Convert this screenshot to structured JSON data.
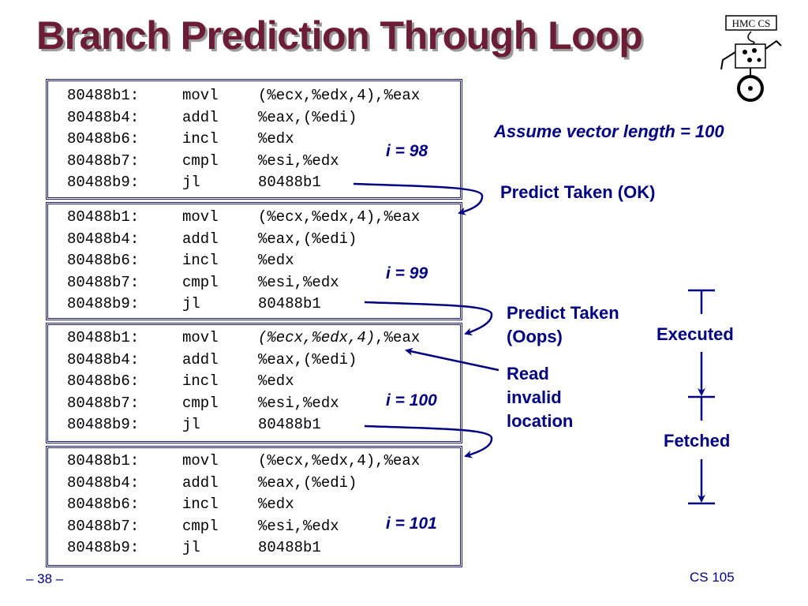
{
  "slide": {
    "title": "Branch Prediction Through Loop",
    "page_number": "– 38 –",
    "course": "CS 105",
    "logo_text": "HMC CS"
  },
  "blocks": [
    {
      "iteration": "i = 98",
      "lines": [
        {
          "addr": "80488b1:",
          "op": "movl",
          "args": "(%ecx,%edx,4),%eax"
        },
        {
          "addr": "80488b4:",
          "op": "addl",
          "args": "%eax,(%edi)"
        },
        {
          "addr": "80488b6:",
          "op": "incl",
          "args": "%edx"
        },
        {
          "addr": "80488b7:",
          "op": "cmpl",
          "args": "%esi,%edx"
        },
        {
          "addr": "80488b9:",
          "op": "jl",
          "args": "80488b1"
        }
      ]
    },
    {
      "iteration": "i = 99",
      "lines": [
        {
          "addr": "80488b1:",
          "op": "movl",
          "args": "(%ecx,%edx,4),%eax"
        },
        {
          "addr": "80488b4:",
          "op": "addl",
          "args": "%eax,(%edi)"
        },
        {
          "addr": "80488b6:",
          "op": "incl",
          "args": "%edx"
        },
        {
          "addr": "80488b7:",
          "op": "cmpl",
          "args": "%esi,%edx"
        },
        {
          "addr": "80488b9:",
          "op": "jl",
          "args": "80488b1"
        }
      ]
    },
    {
      "iteration": "i = 100",
      "lines": [
        {
          "addr": "80488b1:",
          "op": "movl",
          "args_italic": "(%ecx,%edx,4)",
          "args_rest": ",%eax"
        },
        {
          "addr": "80488b4:",
          "op": "addl",
          "args": "%eax,(%edi)"
        },
        {
          "addr": "80488b6:",
          "op": "incl",
          "args": "%edx"
        },
        {
          "addr": "80488b7:",
          "op": "cmpl",
          "args": "%esi,%edx"
        },
        {
          "addr": "80488b9:",
          "op": "jl",
          "args": "80488b1"
        }
      ]
    },
    {
      "iteration": "i = 101",
      "lines": [
        {
          "addr": "80488b1:",
          "op": "movl",
          "args": "(%ecx,%edx,4),%eax"
        },
        {
          "addr": "80488b4:",
          "op": "addl",
          "args": "%eax,(%edi)"
        },
        {
          "addr": "80488b6:",
          "op": "incl",
          "args": "%edx"
        },
        {
          "addr": "80488b7:",
          "op": "cmpl",
          "args": "%esi,%edx"
        },
        {
          "addr": "80488b9:",
          "op": "jl",
          "args": "80488b1"
        }
      ]
    }
  ],
  "annotations": {
    "assumption": "Assume vector length = 100",
    "predict_ok": "Predict Taken (OK)",
    "predict_oops_line1": "Predict Taken",
    "predict_oops_line2": "(Oops)",
    "invalid_line1": "Read",
    "invalid_line2": "invalid",
    "invalid_line3": "location"
  },
  "legend": {
    "executed": "Executed",
    "fetched": "Fetched"
  },
  "colors": {
    "title": "#6b1d36",
    "accent": "#000080",
    "border": "#1a1a6e"
  }
}
